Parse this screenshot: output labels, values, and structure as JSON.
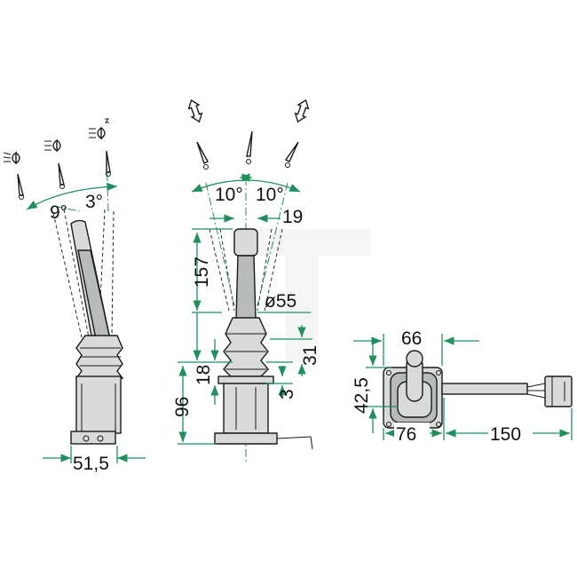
{
  "colors": {
    "dimension": "#1f8f5f",
    "body": "#d9dbd9",
    "outline": "#1a1a1a"
  },
  "icons": [
    "headlight-low-icon",
    "headlight-high-icon",
    "headlight-flash-icon",
    "horn-icon",
    "double-arrow-icon"
  ],
  "dimensions": {
    "base_width": "51,5",
    "tilt_back_angle": "9°",
    "tilt_forward_angle": "3°",
    "side_angle_left": "10°",
    "side_angle_right": "10°",
    "grip_width": "19",
    "lever_height": "157",
    "boot_diameter": "ø55",
    "boot_height": "31",
    "flange_height": "18",
    "flange_thickness": "3",
    "housing_height": "96",
    "top_outer_width": "66",
    "top_height": "42,5",
    "top_base_width": "76",
    "cable_length": "150"
  }
}
